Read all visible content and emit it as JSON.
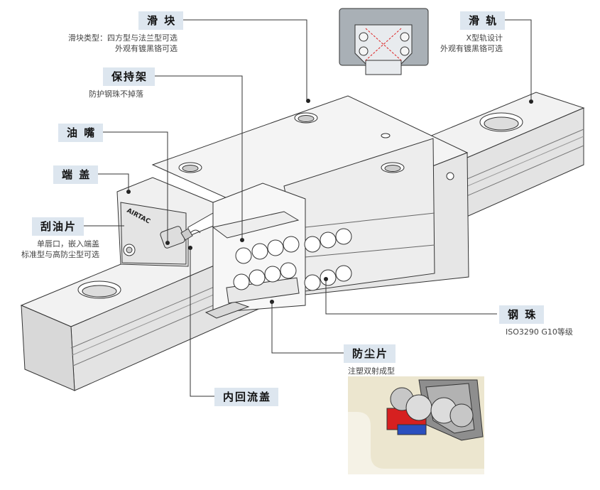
{
  "callouts": {
    "slider": {
      "title": "滑 块",
      "desc": [
        "滑块类型：四方型与法兰型可选",
        "外观有镀黑铬可选"
      ]
    },
    "rail": {
      "title": "滑 轨",
      "desc": [
        "X型轨设计",
        "外观有镀黑铬可选"
      ]
    },
    "retainer": {
      "title": "保持架",
      "desc": [
        "防护钢珠不掉落"
      ]
    },
    "nozzle": {
      "title": "油 嘴",
      "desc": []
    },
    "end_cap": {
      "title": "端 盖",
      "desc": []
    },
    "scraper": {
      "title": "刮油片",
      "desc": [
        "单唇口，嵌入端盖",
        "标准型与高防尘型可选"
      ]
    },
    "steel_ball": {
      "title": "钢 珠",
      "desc": [
        "ISO3290 G10等级"
      ]
    },
    "dust_seal": {
      "title": "防尘片",
      "desc": [
        "注塑双射成型"
      ]
    },
    "inner_cover": {
      "title": "内回流盖",
      "desc": []
    }
  },
  "brand": {
    "logo_text": "AIRTAC"
  },
  "colors": {
    "label_bg": "#dde6ef",
    "leader": "#333333",
    "metal": "#ececec",
    "metal_dark": "#c8c8c8",
    "red_seal": "#d62020",
    "blue_seal": "#2a4fbf"
  }
}
